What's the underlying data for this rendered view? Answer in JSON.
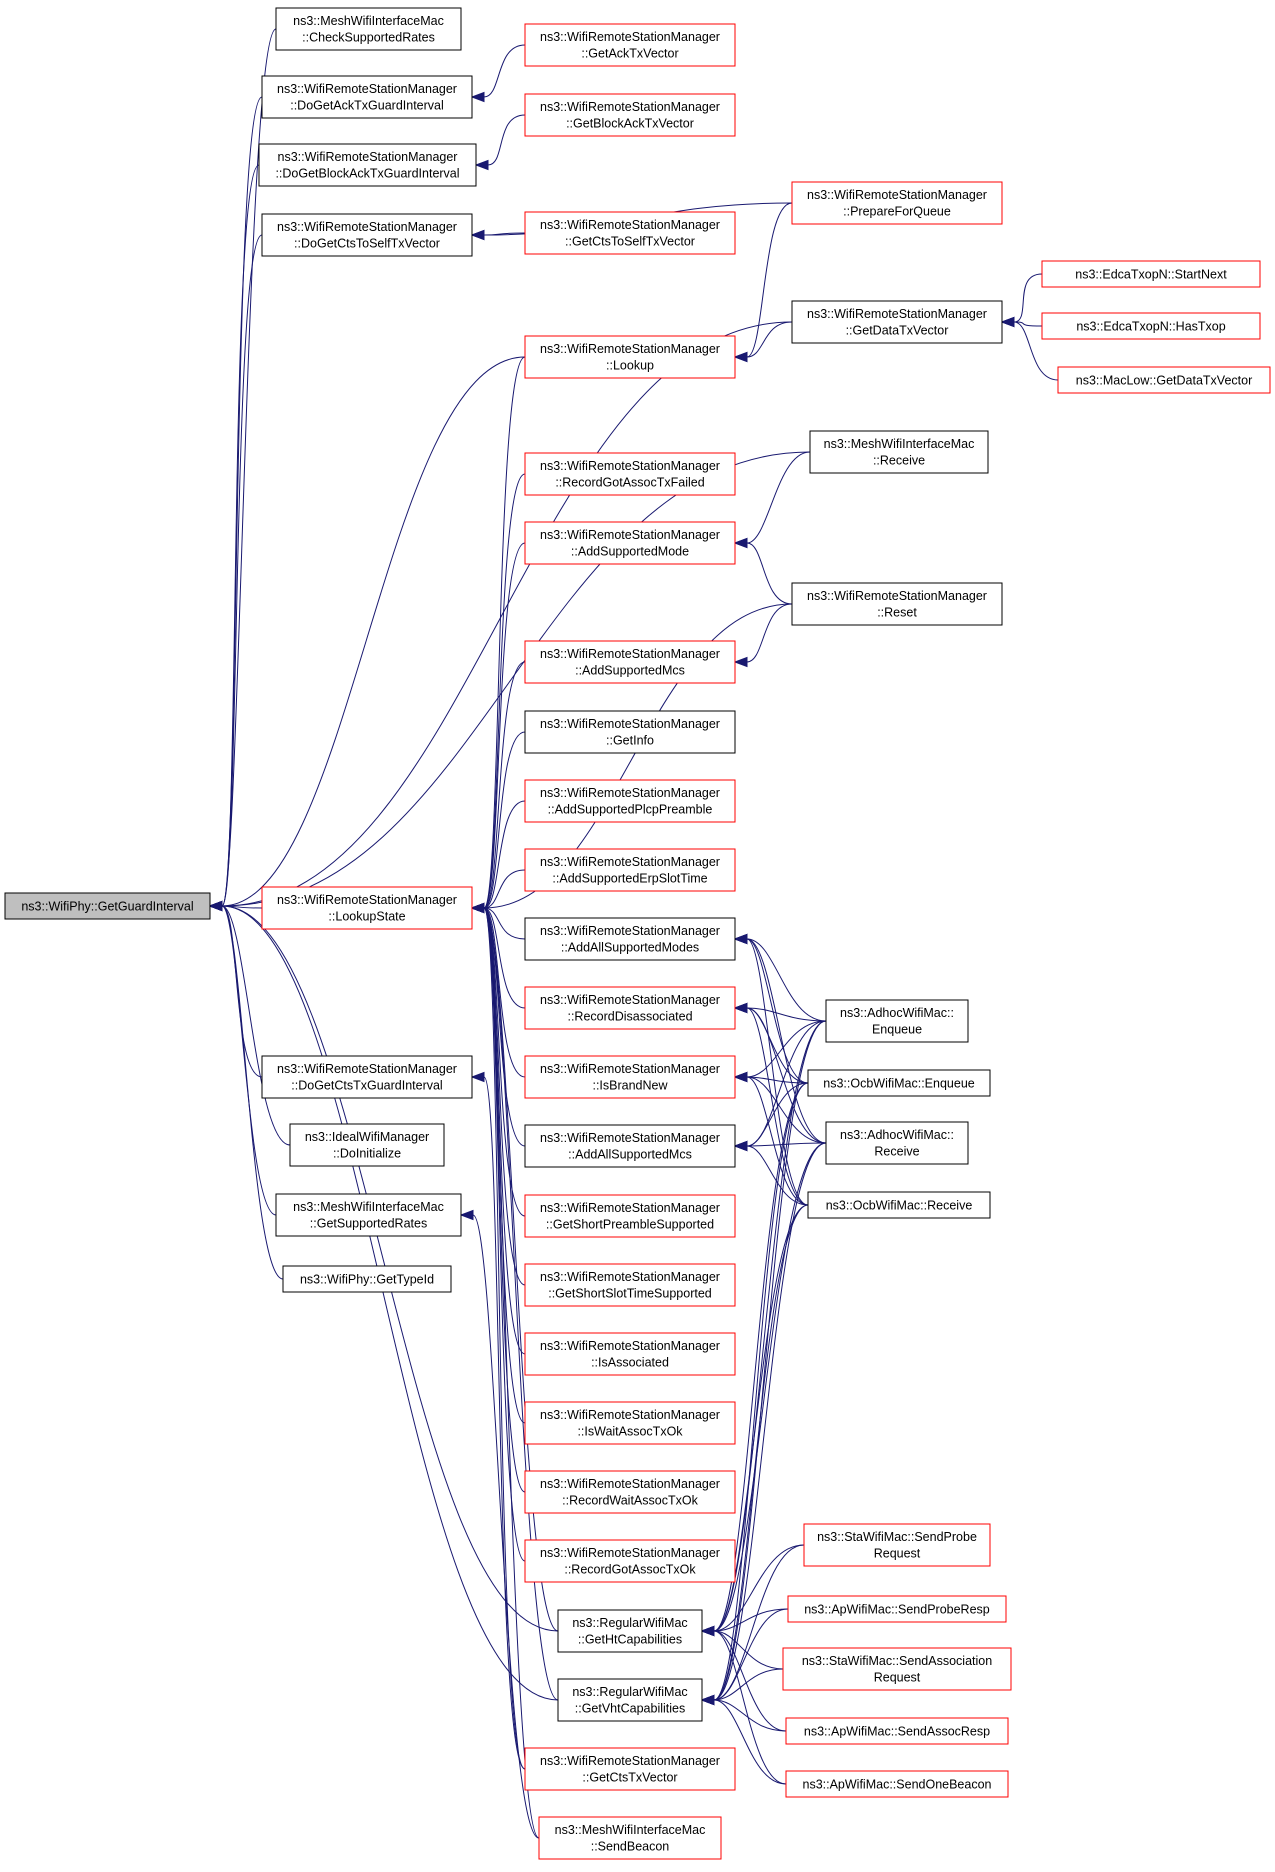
{
  "colors": {
    "root_fill": "#bfbfbf",
    "normal_border": "#000000",
    "red_border": "#ff0000",
    "edge": "#191970",
    "background": "#ffffff"
  },
  "nodes": {
    "root": {
      "lines": [
        "ns3::WifiPhy::GetGuardInterval"
      ],
      "style": "root"
    },
    "a1": {
      "lines": [
        "ns3::MeshWifiInterfaceMac",
        "::CheckSupportedRates"
      ],
      "style": "normal"
    },
    "a2": {
      "lines": [
        "ns3::WifiRemoteStationManager",
        "::DoGetAckTxGuardInterval"
      ],
      "style": "normal"
    },
    "a3": {
      "lines": [
        "ns3::WifiRemoteStationManager",
        "::DoGetBlockAckTxGuardInterval"
      ],
      "style": "normal"
    },
    "a4": {
      "lines": [
        "ns3::WifiRemoteStationManager",
        "::DoGetCtsToSelfTxVector"
      ],
      "style": "normal"
    },
    "a5": {
      "lines": [
        "ns3::WifiRemoteStationManager",
        "::LookupState"
      ],
      "style": "red"
    },
    "a6": {
      "lines": [
        "ns3::WifiRemoteStationManager",
        "::DoGetCtsTxGuardInterval"
      ],
      "style": "normal"
    },
    "a7": {
      "lines": [
        "ns3::IdealWifiManager",
        "::DoInitialize"
      ],
      "style": "normal"
    },
    "a8": {
      "lines": [
        "ns3::MeshWifiInterfaceMac",
        "::GetSupportedRates"
      ],
      "style": "normal"
    },
    "a9": {
      "lines": [
        "ns3::WifiPhy::GetTypeId"
      ],
      "style": "normal"
    },
    "b1": {
      "lines": [
        "ns3::WifiRemoteStationManager",
        "::GetAckTxVector"
      ],
      "style": "red"
    },
    "b2": {
      "lines": [
        "ns3::WifiRemoteStationManager",
        "::GetBlockAckTxVector"
      ],
      "style": "red"
    },
    "b3": {
      "lines": [
        "ns3::WifiRemoteStationManager",
        "::GetCtsToSelfTxVector"
      ],
      "style": "red"
    },
    "b4": {
      "lines": [
        "ns3::WifiRemoteStationManager",
        "::Lookup"
      ],
      "style": "red"
    },
    "b5": {
      "lines": [
        "ns3::WifiRemoteStationManager",
        "::RecordGotAssocTxFailed"
      ],
      "style": "red"
    },
    "b6": {
      "lines": [
        "ns3::WifiRemoteStationManager",
        "::AddSupportedMode"
      ],
      "style": "red"
    },
    "b7": {
      "lines": [
        "ns3::WifiRemoteStationManager",
        "::AddSupportedMcs"
      ],
      "style": "red"
    },
    "b8": {
      "lines": [
        "ns3::WifiRemoteStationManager",
        "::GetInfo"
      ],
      "style": "normal"
    },
    "b9": {
      "lines": [
        "ns3::WifiRemoteStationManager",
        "::AddSupportedPlcpPreamble"
      ],
      "style": "red"
    },
    "b10": {
      "lines": [
        "ns3::WifiRemoteStationManager",
        "::AddSupportedErpSlotTime"
      ],
      "style": "red"
    },
    "b11": {
      "lines": [
        "ns3::WifiRemoteStationManager",
        "::AddAllSupportedModes"
      ],
      "style": "normal"
    },
    "b12": {
      "lines": [
        "ns3::WifiRemoteStationManager",
        "::RecordDisassociated"
      ],
      "style": "red"
    },
    "b13": {
      "lines": [
        "ns3::WifiRemoteStationManager",
        "::IsBrandNew"
      ],
      "style": "red"
    },
    "b14": {
      "lines": [
        "ns3::WifiRemoteStationManager",
        "::AddAllSupportedMcs"
      ],
      "style": "normal"
    },
    "b15": {
      "lines": [
        "ns3::WifiRemoteStationManager",
        "::GetShortPreambleSupported"
      ],
      "style": "red"
    },
    "b16": {
      "lines": [
        "ns3::WifiRemoteStationManager",
        "::GetShortSlotTimeSupported"
      ],
      "style": "red"
    },
    "b17": {
      "lines": [
        "ns3::WifiRemoteStationManager",
        "::IsAssociated"
      ],
      "style": "red"
    },
    "b18": {
      "lines": [
        "ns3::WifiRemoteStationManager",
        "::IsWaitAssocTxOk"
      ],
      "style": "red"
    },
    "b19": {
      "lines": [
        "ns3::WifiRemoteStationManager",
        "::RecordWaitAssocTxOk"
      ],
      "style": "red"
    },
    "b20": {
      "lines": [
        "ns3::WifiRemoteStationManager",
        "::RecordGotAssocTxOk"
      ],
      "style": "red"
    },
    "b21": {
      "lines": [
        "ns3::RegularWifiMac",
        "::GetHtCapabilities"
      ],
      "style": "normal"
    },
    "b22": {
      "lines": [
        "ns3::RegularWifiMac",
        "::GetVhtCapabilities"
      ],
      "style": "normal"
    },
    "b23": {
      "lines": [
        "ns3::WifiRemoteStationManager",
        "::GetCtsTxVector"
      ],
      "style": "red"
    },
    "b24": {
      "lines": [
        "ns3::MeshWifiInterfaceMac",
        "::SendBeacon"
      ],
      "style": "red"
    },
    "c1": {
      "lines": [
        "ns3::WifiRemoteStationManager",
        "::PrepareForQueue"
      ],
      "style": "red"
    },
    "c2": {
      "lines": [
        "ns3::WifiRemoteStationManager",
        "::GetDataTxVector"
      ],
      "style": "normal"
    },
    "c3": {
      "lines": [
        "ns3::MeshWifiInterfaceMac",
        "::Receive"
      ],
      "style": "normal"
    },
    "c4": {
      "lines": [
        "ns3::WifiRemoteStationManager",
        "::Reset"
      ],
      "style": "normal"
    },
    "c5": {
      "lines": [
        "ns3::AdhocWifiMac::",
        "Enqueue"
      ],
      "style": "normal"
    },
    "c6": {
      "lines": [
        "ns3::OcbWifiMac::Enqueue"
      ],
      "style": "normal"
    },
    "c7": {
      "lines": [
        "ns3::AdhocWifiMac::",
        "Receive"
      ],
      "style": "normal"
    },
    "c8": {
      "lines": [
        "ns3::OcbWifiMac::Receive"
      ],
      "style": "normal"
    },
    "c9": {
      "lines": [
        "ns3::StaWifiMac::SendProbe",
        "Request"
      ],
      "style": "red"
    },
    "c10": {
      "lines": [
        "ns3::ApWifiMac::SendProbeResp"
      ],
      "style": "red"
    },
    "c11": {
      "lines": [
        "ns3::StaWifiMac::SendAssociation",
        "Request"
      ],
      "style": "red"
    },
    "c12": {
      "lines": [
        "ns3::ApWifiMac::SendAssocResp"
      ],
      "style": "red"
    },
    "c13": {
      "lines": [
        "ns3::ApWifiMac::SendOneBeacon"
      ],
      "style": "red"
    },
    "d1": {
      "lines": [
        "ns3::EdcaTxopN::StartNext"
      ],
      "style": "red"
    },
    "d2": {
      "lines": [
        "ns3::EdcaTxopN::HasTxop"
      ],
      "style": "red"
    },
    "d3": {
      "lines": [
        "ns3::MacLow::GetDataTxVector"
      ],
      "style": "red"
    }
  },
  "edges": [
    [
      "a1",
      "root"
    ],
    [
      "a2",
      "root"
    ],
    [
      "a3",
      "root"
    ],
    [
      "a4",
      "root"
    ],
    [
      "a5",
      "root"
    ],
    [
      "a6",
      "root"
    ],
    [
      "a7",
      "root"
    ],
    [
      "a8",
      "root"
    ],
    [
      "a9",
      "root"
    ],
    [
      "b4",
      "root"
    ],
    [
      "c2",
      "root"
    ],
    [
      "c3",
      "root"
    ],
    [
      "b21",
      "root"
    ],
    [
      "b22",
      "root"
    ],
    [
      "b1",
      "a2"
    ],
    [
      "b2",
      "a3"
    ],
    [
      "b3",
      "a4"
    ],
    [
      "c1",
      "a4"
    ],
    [
      "b4",
      "a5"
    ],
    [
      "b5",
      "a5"
    ],
    [
      "b6",
      "a5"
    ],
    [
      "b7",
      "a5"
    ],
    [
      "b8",
      "a5"
    ],
    [
      "b9",
      "a5"
    ],
    [
      "b10",
      "a5"
    ],
    [
      "b11",
      "a5"
    ],
    [
      "b12",
      "a5"
    ],
    [
      "b13",
      "a5"
    ],
    [
      "b14",
      "a5"
    ],
    [
      "b15",
      "a5"
    ],
    [
      "b16",
      "a5"
    ],
    [
      "b17",
      "a5"
    ],
    [
      "b18",
      "a5"
    ],
    [
      "b19",
      "a5"
    ],
    [
      "b20",
      "a5"
    ],
    [
      "b21",
      "a5"
    ],
    [
      "b22",
      "a5"
    ],
    [
      "b23",
      "a5"
    ],
    [
      "b24",
      "a5"
    ],
    [
      "c4",
      "a5"
    ],
    [
      "b23",
      "a6"
    ],
    [
      "b24",
      "a8"
    ],
    [
      "c1",
      "b4"
    ],
    [
      "c2",
      "b4"
    ],
    [
      "c3",
      "b6"
    ],
    [
      "c4",
      "b6"
    ],
    [
      "c4",
      "b7"
    ],
    [
      "c5",
      "b11"
    ],
    [
      "c6",
      "b11"
    ],
    [
      "c7",
      "b11"
    ],
    [
      "c8",
      "b11"
    ],
    [
      "c5",
      "b12"
    ],
    [
      "c6",
      "b12"
    ],
    [
      "c7",
      "b12"
    ],
    [
      "c8",
      "b12"
    ],
    [
      "c5",
      "b13"
    ],
    [
      "c6",
      "b13"
    ],
    [
      "c7",
      "b13"
    ],
    [
      "c8",
      "b13"
    ],
    [
      "c5",
      "b14"
    ],
    [
      "c6",
      "b14"
    ],
    [
      "c7",
      "b14"
    ],
    [
      "c8",
      "b14"
    ],
    [
      "c5",
      "b21"
    ],
    [
      "c6",
      "b21"
    ],
    [
      "c7",
      "b21"
    ],
    [
      "c8",
      "b21"
    ],
    [
      "c9",
      "b21"
    ],
    [
      "c10",
      "b21"
    ],
    [
      "c11",
      "b21"
    ],
    [
      "c12",
      "b21"
    ],
    [
      "c13",
      "b21"
    ],
    [
      "c5",
      "b22"
    ],
    [
      "c6",
      "b22"
    ],
    [
      "c7",
      "b22"
    ],
    [
      "c8",
      "b22"
    ],
    [
      "c9",
      "b22"
    ],
    [
      "c10",
      "b22"
    ],
    [
      "c11",
      "b22"
    ],
    [
      "c12",
      "b22"
    ],
    [
      "c13",
      "b22"
    ],
    [
      "d1",
      "c2"
    ],
    [
      "d2",
      "c2"
    ],
    [
      "d3",
      "c2"
    ]
  ]
}
